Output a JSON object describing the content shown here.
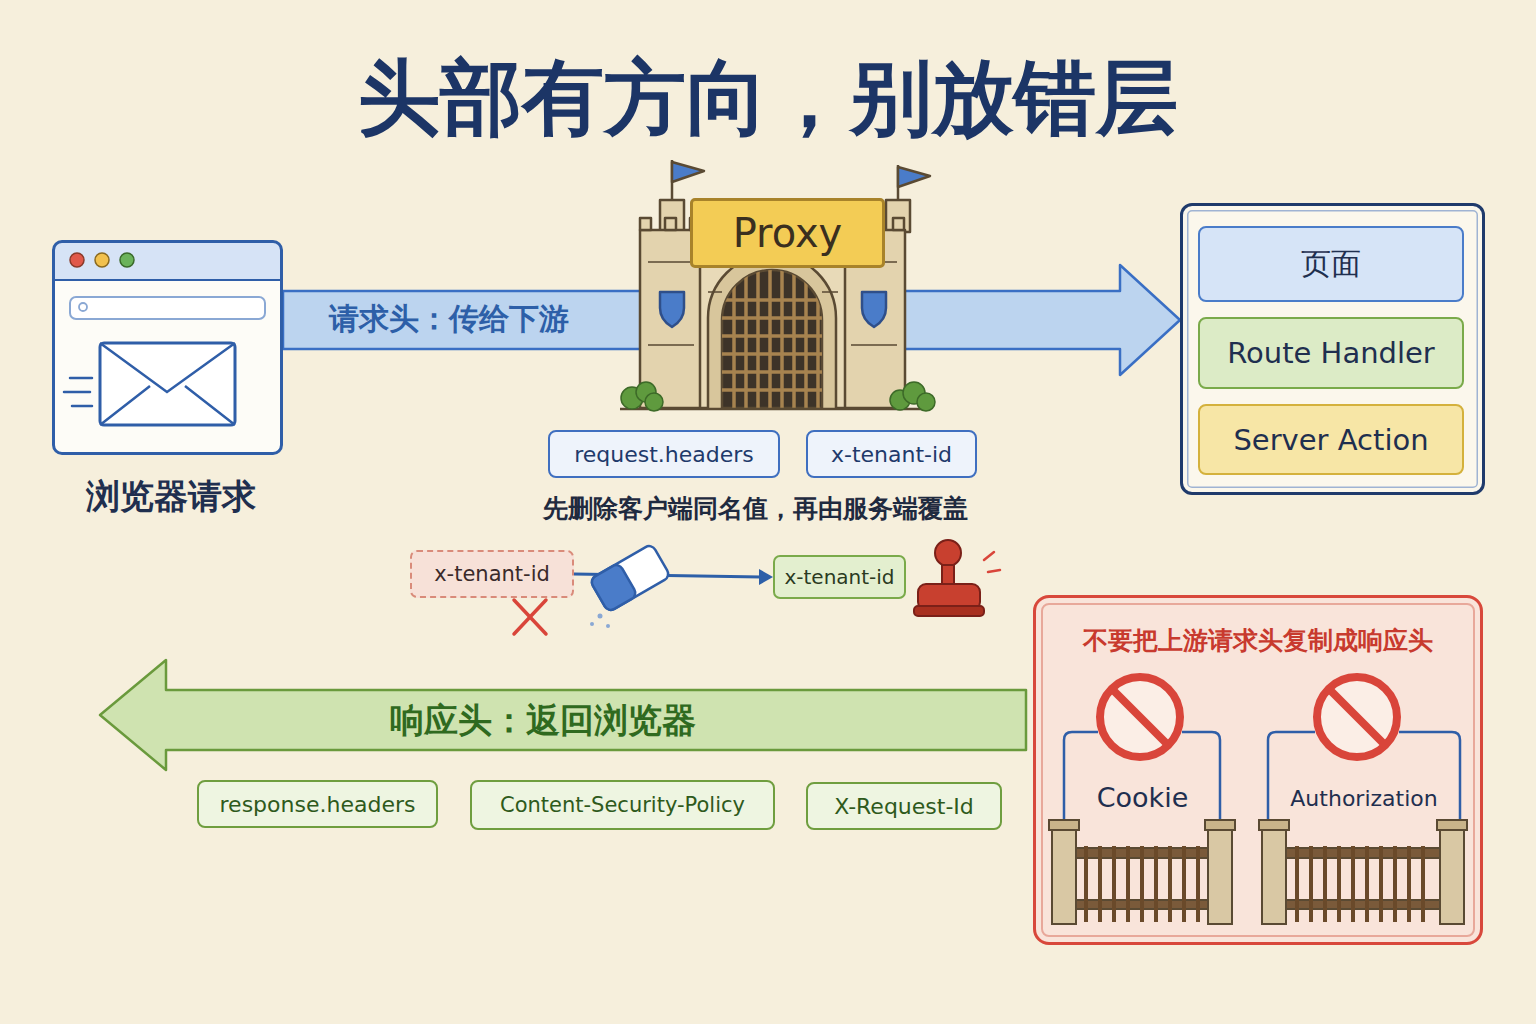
{
  "diagram": {
    "title": "头部有方向，别放错层",
    "nodes": [
      {
        "text": [
          "浏览器请求"
        ]
      },
      {
        "text": [
          "Proxy"
        ]
      },
      {
        "text": []
      },
      {
        "text": [
          "页面"
        ],
        "in": 2
      },
      {
        "text": [
          "Route Handler"
        ],
        "in": 2
      },
      {
        "text": [
          "Server Action"
        ],
        "in": 2
      },
      {
        "text": [
          "request.headers"
        ]
      },
      {
        "text": [
          "x-tenant-id"
        ]
      },
      {
        "text": [
          "x-tenant-id"
        ]
      },
      {
        "text": [
          "x-tenant-id"
        ]
      },
      {
        "text": [
          "不要把上游请求头复制成响应头"
        ]
      },
      {
        "text": [
          "Cookie"
        ],
        "in": 10
      },
      {
        "text": [
          "Authorization"
        ],
        "in": 10
      },
      {
        "text": [
          "响应头：返回浏览器"
        ]
      },
      {
        "text": [
          "response.headers"
        ]
      },
      {
        "text": [
          "Content-Security-Policy"
        ]
      },
      {
        "text": [
          "X-Request-Id"
        ]
      }
    ],
    "edges": [
      {
        "from": 0,
        "to": 2,
        "arrow": "to",
        "label": "请求头：传给下游"
      },
      {
        "from": 8,
        "to": 9,
        "arrow": "to"
      }
    ],
    "labels": [
      "先删除客户端同名值，再由服务端覆盖"
    ]
  }
}
